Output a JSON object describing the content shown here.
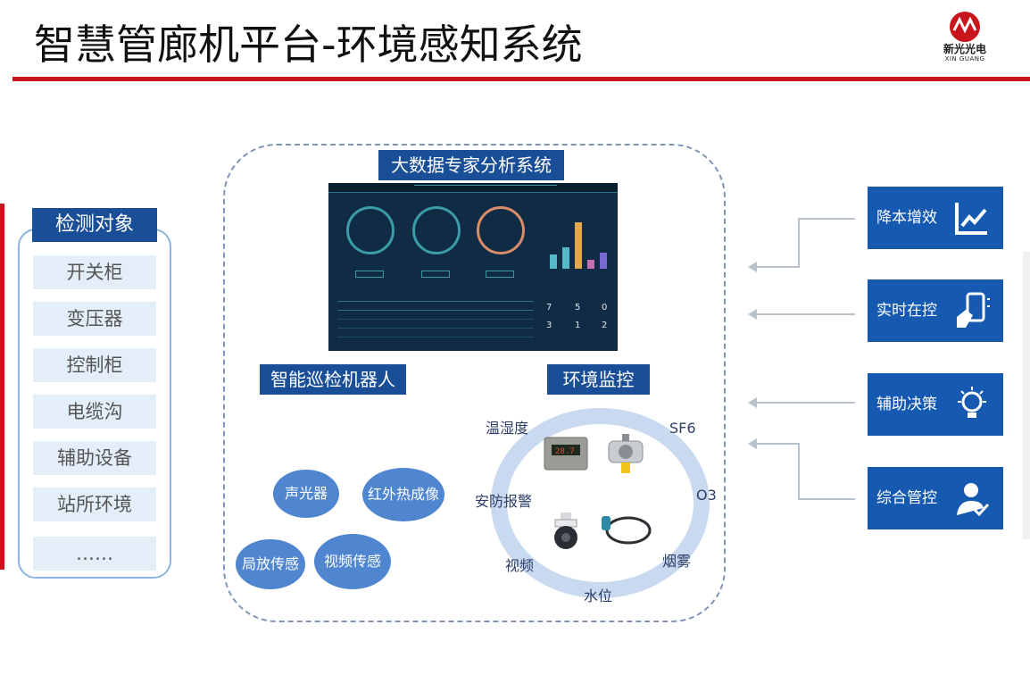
{
  "title": "智慧管廊机平台-环境感知系统",
  "logo": {
    "name": "新光光电",
    "sub": "XIN GUANG"
  },
  "detect": {
    "title": "检测对象",
    "items": [
      "开关柜",
      "变压器",
      "控制柜",
      "电缆沟",
      "辅助设备",
      "站所环境",
      "……"
    ]
  },
  "analysis": {
    "title": "大数据专家分析系统"
  },
  "robot": {
    "title": "智能巡检机器人"
  },
  "env": {
    "title": "环境监控",
    "labels": [
      "温湿度",
      "SF6",
      "安防报警",
      "O3",
      "视频",
      "烟雾",
      "水位"
    ]
  },
  "bubbles": [
    "声光器",
    "红外热成像",
    "局放传感",
    "视频传感"
  ],
  "right": [
    "降本增效",
    "实时在控",
    "辅助决策",
    "综合管控"
  ],
  "dash_numbers": [
    "7",
    "5",
    "0",
    "3",
    "1",
    "2"
  ],
  "colors": {
    "accent": "#1a4e96",
    "red": "#c8161d",
    "button": "#1559b0"
  }
}
